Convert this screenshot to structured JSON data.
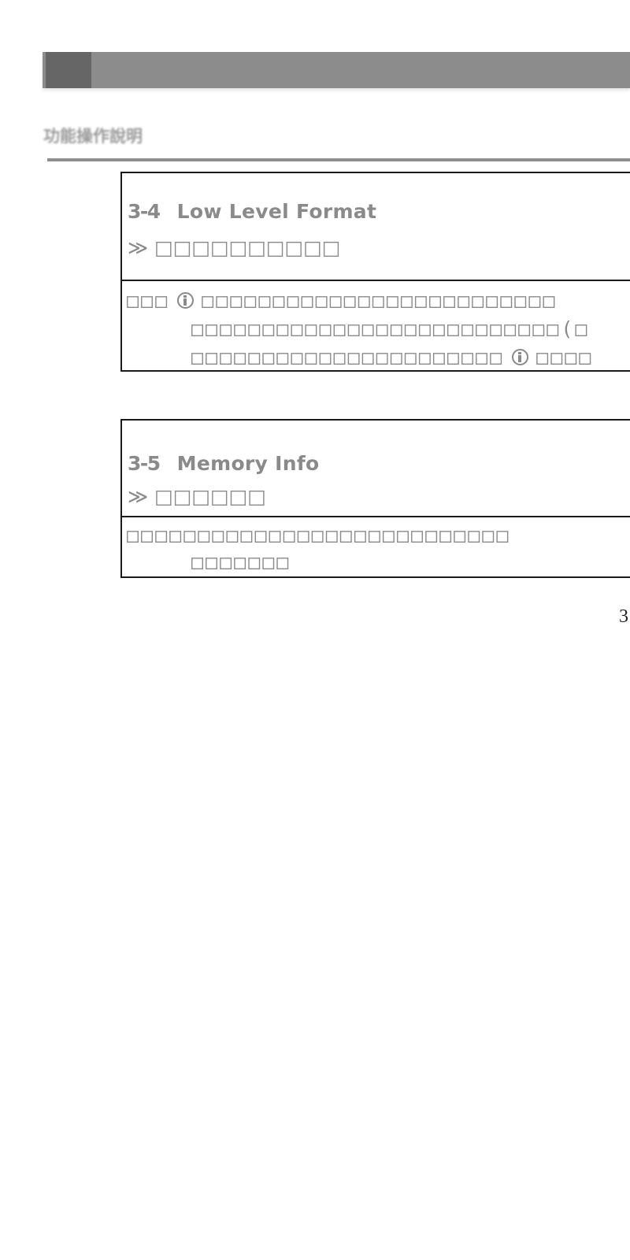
{
  "header": {
    "section_title": "功能操作說明"
  },
  "sections": [
    {
      "number": "3-4",
      "title": "Low Level Format",
      "chevron": "≫",
      "subtitle": "□□□□□□□□□□",
      "body": {
        "line1_prefix": "□□□",
        "line1_icon": "info-icon",
        "line1_text": "□□□□□□□□□□□□□□□□□□□□□□□□□",
        "line2_text": "□□□□□□□□□□□□□□□□□□□□□□□□□□(□",
        "line3_text": "□□□□□□□□□□□□□□□□□□□□□□",
        "line3_icon": "info-icon",
        "line3_suffix": "□□□□"
      }
    },
    {
      "number": "3-5",
      "title": "Memory Info",
      "chevron": "≫",
      "subtitle": "□□□□□□",
      "body": {
        "line1_prefix": "□□□",
        "line1_text": "□□□□□□□□□□□□□□□□□□□□□□□□",
        "line2_text": "□□□□□□□"
      }
    }
  ],
  "footer": {
    "page_number": "3"
  },
  "colors": {
    "band": "#8c8c8c",
    "band_accent": "#666666",
    "text_gray": "#8a8a8a",
    "border": "#1a1a1a"
  }
}
